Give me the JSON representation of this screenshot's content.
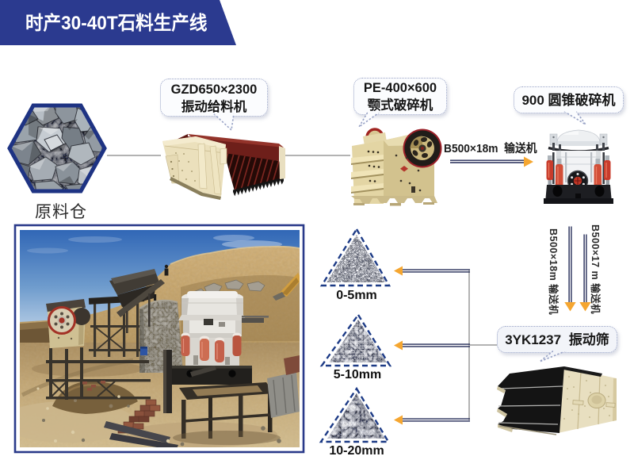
{
  "banner": {
    "title": "时产30-40T石料生产线"
  },
  "raw_material": {
    "label": "原料仓"
  },
  "bubbles": {
    "feeder": {
      "line1": "GZD650×2300",
      "line2": "振动给料机"
    },
    "jaw": {
      "line1": "PE-400×600",
      "line2": "颚式破碎机"
    },
    "cone": {
      "label": "900 圆锥破碎机"
    },
    "screen": {
      "label": "3YK1237 振动筛"
    }
  },
  "conveyors": {
    "jaw_to_cone": "B500×18m 输送机",
    "to_pile_fine": "B500×18m 输送机",
    "to_pile_mid": "B500×17 m 输送机"
  },
  "piles": [
    {
      "label": "0-5mm"
    },
    {
      "label": "5-10mm"
    },
    {
      "label": "10-20mm"
    }
  ],
  "machines": {
    "feeder": "GZD650×2300 振动给料机",
    "jaw": "PE-400×600 颚式破碎机",
    "cone": "900 圆锥破碎机",
    "screen": "3YK1237 振动筛"
  },
  "colors": {
    "banner": "#2b3a8f",
    "navy_border": "#1e3383",
    "arrow_line": "#1e3a6e",
    "arrow_head": "#f4a229",
    "connector_gray": "#b3b3b3",
    "machine_beige": "#e3d5a4",
    "machine_maroon": "#7c241e",
    "bubble_border": "#99a3c6"
  }
}
